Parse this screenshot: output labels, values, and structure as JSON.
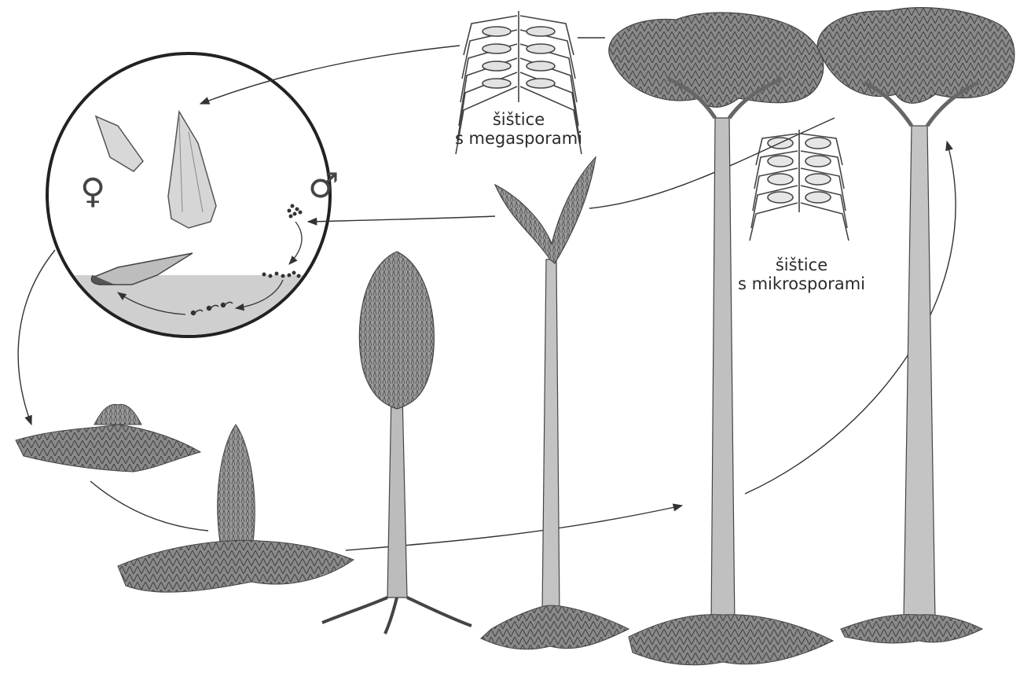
{
  "labels": {
    "mega_line1": "šištice",
    "mega_line2": "s megasporami",
    "mikro_line1": "šištice",
    "mikro_line2": "s mikrosporami"
  },
  "symbols": {
    "female": "♀",
    "male": "♂"
  },
  "colors": {
    "ink": "#3a3a3a",
    "foliage": "#6f6f6f",
    "trunk": "#b9b9b9",
    "ground": "#c9c9c9"
  }
}
